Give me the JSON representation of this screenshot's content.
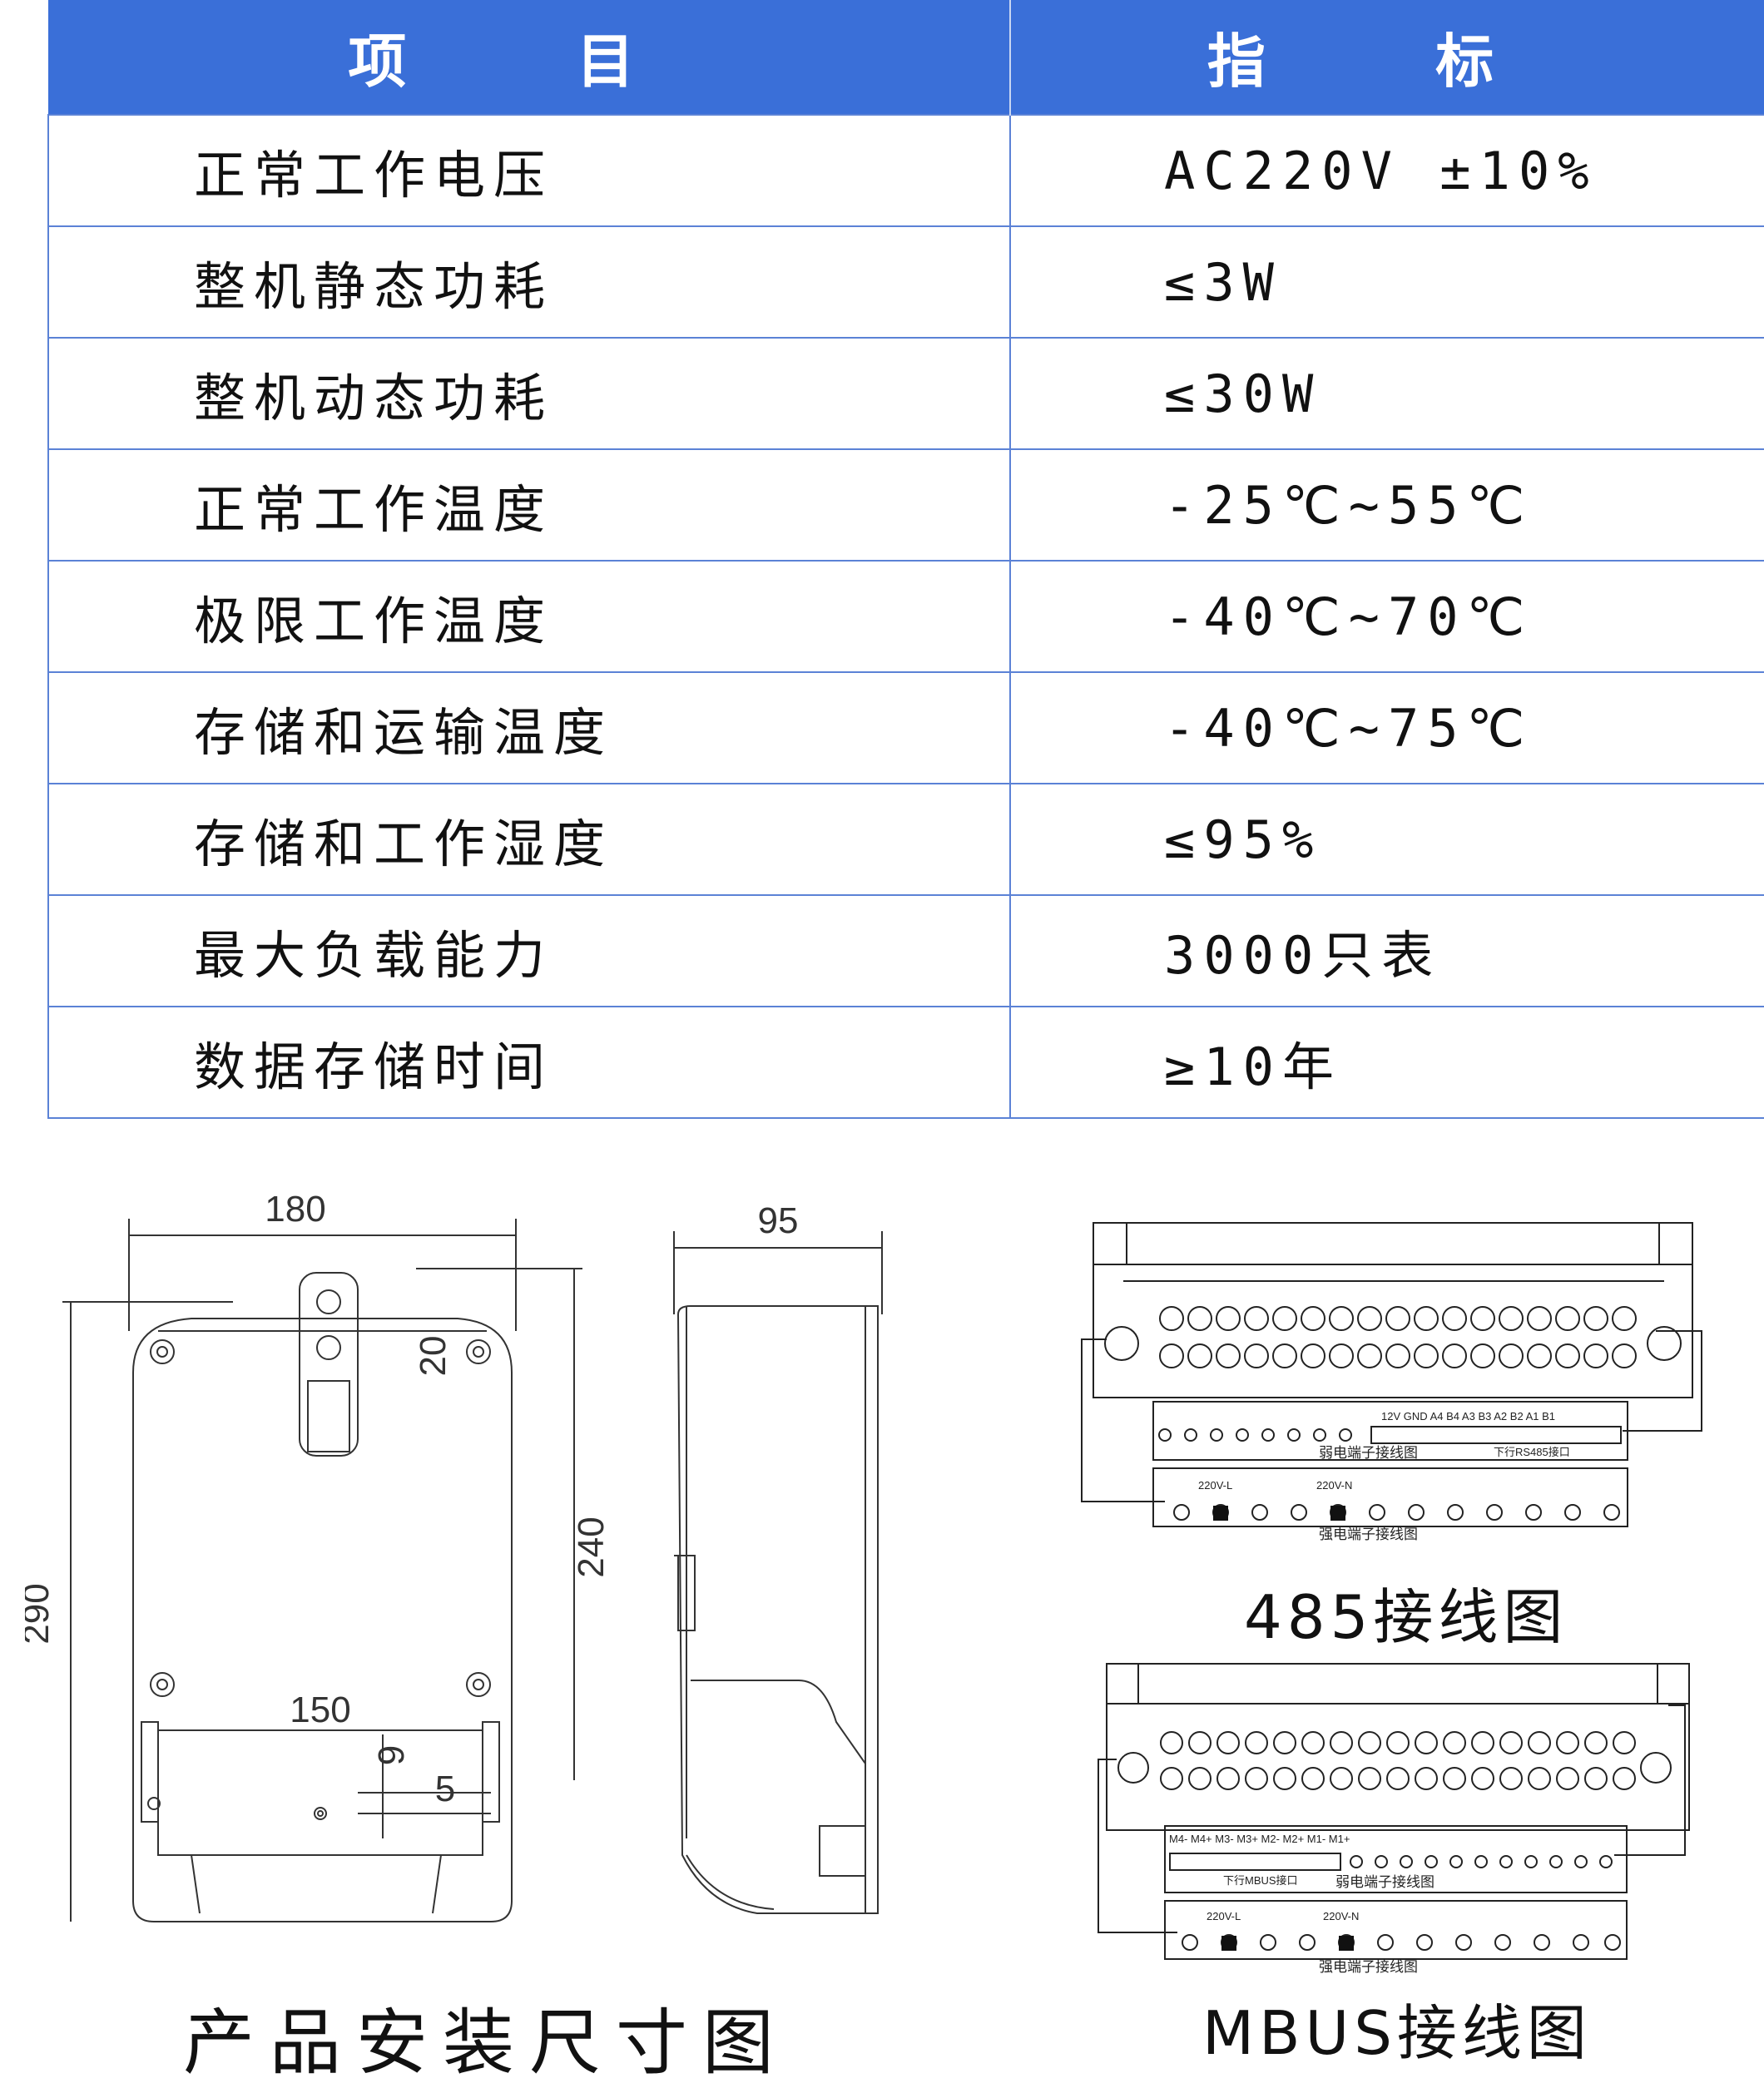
{
  "table": {
    "headers": [
      "项 目",
      "指 标"
    ],
    "rows": [
      {
        "item": "正常工作电压",
        "value": "AC220V ±10%"
      },
      {
        "item": "整机静态功耗",
        "value": "≤3W"
      },
      {
        "item": "整机动态功耗",
        "value": "≤30W"
      },
      {
        "item": "正常工作温度",
        "value": "-25℃~55℃"
      },
      {
        "item": "极限工作温度",
        "value": "-40℃~70℃"
      },
      {
        "item": "存储和运输温度",
        "value": "-40℃~75℃"
      },
      {
        "item": "存储和工作湿度",
        "value": "≤95%"
      },
      {
        "item": "最大负载能力",
        "value": "3000只表"
      },
      {
        "item": "数据存储时间",
        "value": "≥10年"
      }
    ]
  },
  "dimension_drawing": {
    "caption": "产品安装尺寸图",
    "dims": {
      "width": "180",
      "depth": "95",
      "height": "290",
      "hole_spacing_v": "240",
      "hole_spacing_h": "150",
      "top_offset": "20",
      "small_a": "9",
      "small_b": "5"
    }
  },
  "wiring_485": {
    "caption": "485接线图",
    "weak_labels": [
      "12V",
      "GND",
      "A4",
      "B4",
      "A3",
      "B3",
      "A2",
      "B2",
      "A1",
      "B1"
    ],
    "weak_title": "弱电端子接线图",
    "weak_sub": "下行RS485接口",
    "strong_l": "220V-L",
    "strong_n": "220V-N",
    "strong_title": "强电端子接线图"
  },
  "wiring_mbus": {
    "caption": "MBUS接线图",
    "weak_labels": "M4- M4+ M3- M3+ M2- M2+ M1- M1+",
    "weak_sub": "下行MBUS接口",
    "weak_title": "弱电端子接线图",
    "strong_l": "220V-L",
    "strong_n": "220V-N",
    "strong_title": "强电端子接线图"
  },
  "colors": {
    "header_bg": "#3a6fd8",
    "grid": "#5b82d6"
  }
}
